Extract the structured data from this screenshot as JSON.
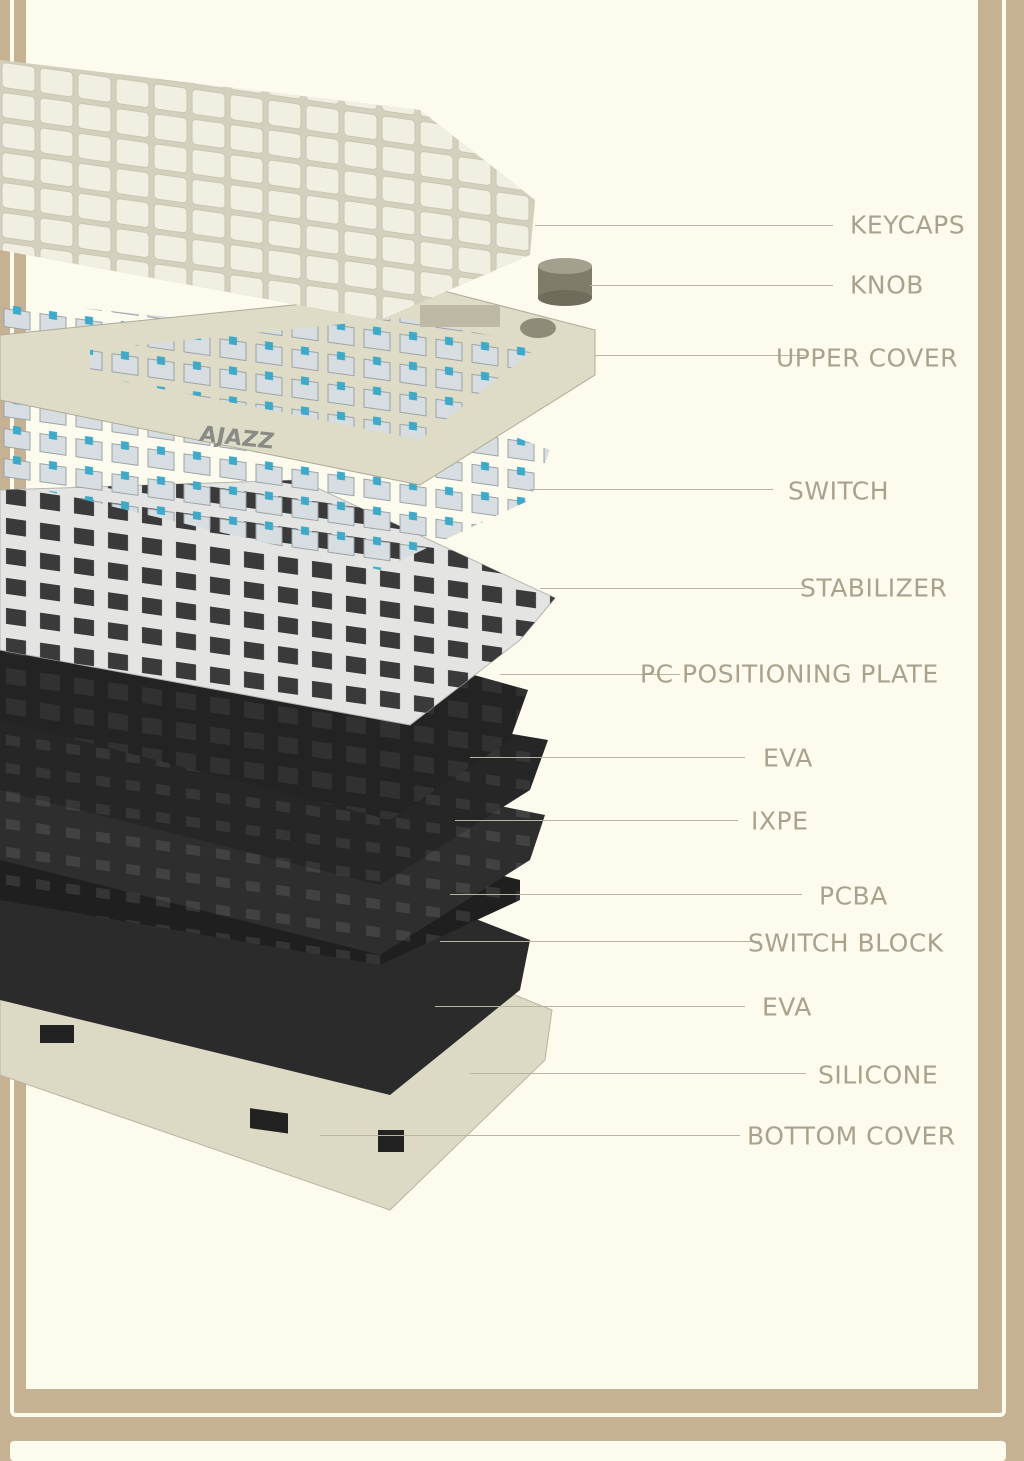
{
  "brand_logo": "AJAZZ",
  "colors": {
    "frame": "#c6b193",
    "panel": "#fdfbee",
    "label": "#aaa28d",
    "switch_stem": "#3fa9c9"
  },
  "labels": [
    {
      "id": "keycaps",
      "text": "KEYCAPS"
    },
    {
      "id": "knob",
      "text": "KNOB"
    },
    {
      "id": "upper-cover",
      "text": "UPPER COVER"
    },
    {
      "id": "switch",
      "text": "SWITCH"
    },
    {
      "id": "stabilizer",
      "text": "STABILIZER"
    },
    {
      "id": "pc-positioning-plate",
      "text": "PC POSITIONING PLATE"
    },
    {
      "id": "eva-top",
      "text": "EVA"
    },
    {
      "id": "ixpe",
      "text": "IXPE"
    },
    {
      "id": "pcba",
      "text": "PCBA"
    },
    {
      "id": "switch-block",
      "text": "SWITCH BLOCK"
    },
    {
      "id": "eva-bottom",
      "text": "EVA"
    },
    {
      "id": "silicone",
      "text": "SILICONE"
    },
    {
      "id": "bottom-cover",
      "text": "BOTTOM COVER"
    }
  ]
}
